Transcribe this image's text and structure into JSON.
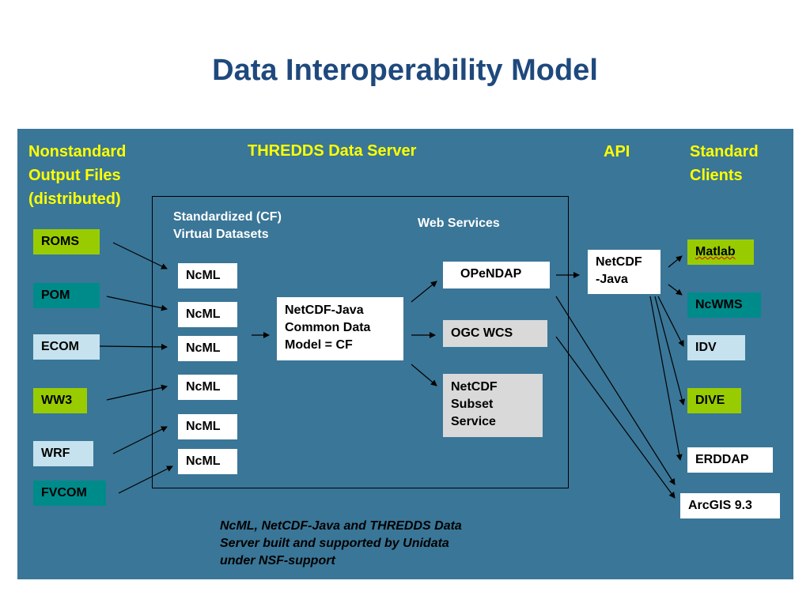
{
  "title": "Data Interoperability Model",
  "headers": {
    "nonstandard": "Nonstandard\nOutput Files\n(distributed)",
    "tds": "THREDDS Data Server",
    "api": "API",
    "clients": "Standard\nClients",
    "virtual": "Standardized (CF)\nVirtual Datasets",
    "web_services": "Web Services"
  },
  "sources": [
    {
      "label": "ROMS",
      "color": "#99cc00"
    },
    {
      "label": "POM",
      "color": "#008b8b"
    },
    {
      "label": "ECOM",
      "color": "#c6e2ee"
    },
    {
      "label": "WW3",
      "color": "#99cc00"
    },
    {
      "label": "WRF",
      "color": "#c6e2ee"
    },
    {
      "label": "FVCOM",
      "color": "#008b8b"
    }
  ],
  "ncml": [
    "NcML",
    "NcML",
    "NcML",
    "NcML",
    "NcML",
    "NcML"
  ],
  "cdm": "NetCDF-Java\nCommon Data\nModel = CF",
  "services": {
    "opendap": "OPeNDAP",
    "wcs": "OGC WCS",
    "subset": "NetCDF\nSubset\nService"
  },
  "api_box": "NetCDF\n-Java",
  "clients": [
    {
      "label": "Matlab",
      "color": "#99cc00"
    },
    {
      "label": "NcWMS",
      "color": "#008b8b"
    },
    {
      "label": "IDV",
      "color": "#c6e2ee"
    },
    {
      "label": "DIVE",
      "color": "#99cc00"
    },
    {
      "label": "ERDDAP",
      "color": "#ffffff"
    },
    {
      "label": "ArcGIS 9.3",
      "color": "#ffffff"
    }
  ],
  "note": "NcML, NetCDF-Java and THREDDS Data\nServer built and supported by Unidata\nunder NSF-support"
}
